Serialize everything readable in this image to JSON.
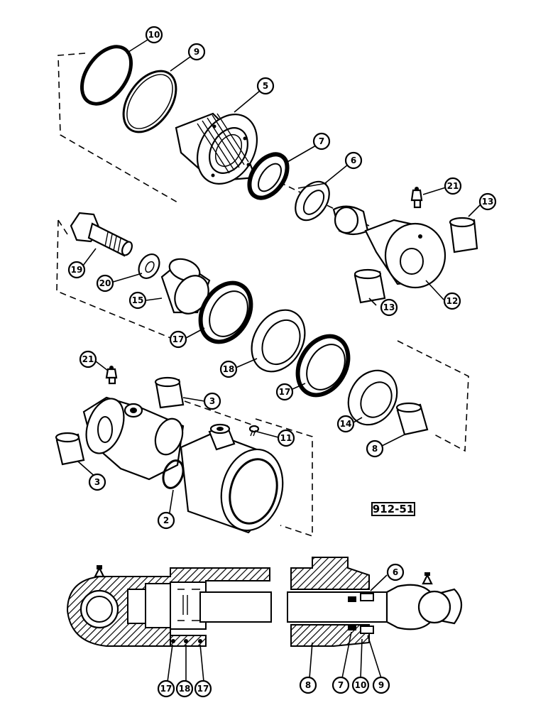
{
  "figure_code": "912-51",
  "callouts": {
    "c10a": "10",
    "c9a": "9",
    "c5": "5",
    "c7a": "7",
    "c6a": "6",
    "c21a": "21",
    "c13a": "13",
    "c19": "19",
    "c20": "20",
    "c15": "15",
    "c12": "12",
    "c13b": "13",
    "c17a": "17",
    "c18a": "18",
    "c17b": "17",
    "c14": "14",
    "c8a": "8",
    "c21b": "21",
    "c3a": "3",
    "c11": "11",
    "c3b": "3",
    "c2": "2",
    "c6b": "6",
    "c17c": "17",
    "c18b": "18",
    "c17d": "17",
    "c8b": "8",
    "c7b": "7",
    "c10b": "10",
    "c9b": "9"
  }
}
